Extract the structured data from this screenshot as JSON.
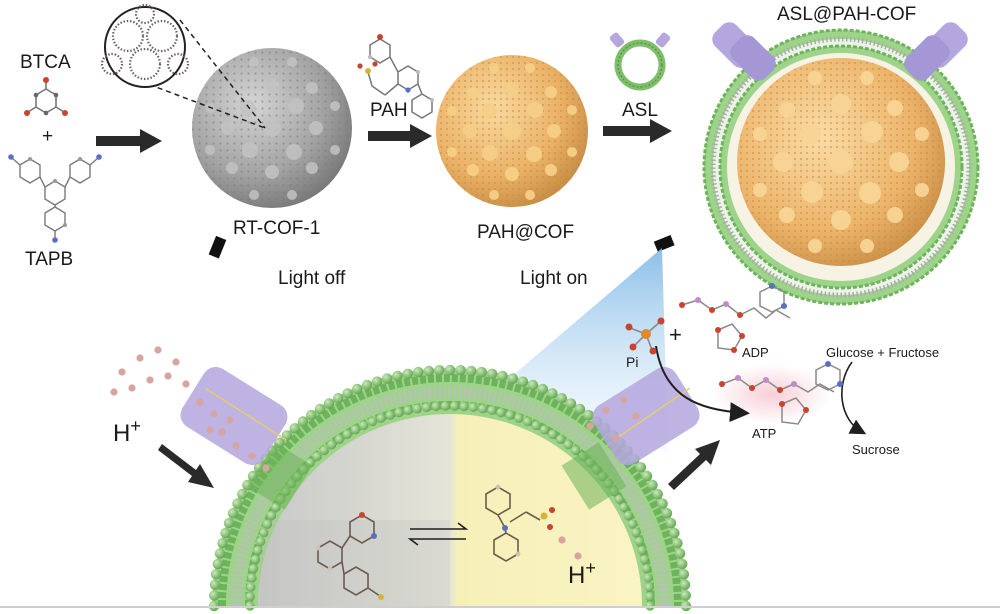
{
  "labels": {
    "btca": "BTCA",
    "plus_top": "+",
    "tapb": "TAPB",
    "rt_cof": "RT-COF-1",
    "pah": "PAH",
    "pah_cof": "PAH@COF",
    "asl": "ASL",
    "asl_pah_cof": "ASL@PAH-COF",
    "light_off": "Light off",
    "light_on": "Light on",
    "pi": "Pi",
    "plus_adp": "+",
    "adp": "ADP",
    "atp": "ATP",
    "glucose_fructose": "Glucose +  Fructose",
    "sucrose": "Sucrose",
    "h_left": "H",
    "h_right": "H",
    "h_sup": "+"
  },
  "colors": {
    "cof_gray": "#8f8f8f",
    "cof_gold": "#e9b467",
    "membrane_green": "#93cf7c",
    "membrane_dark": "#5fa54e",
    "synthase_purple": "#b4a6de",
    "proton_pink": "#d6a5a0",
    "light_beam": "#bfdcf2",
    "arrow": "#2a2a2a"
  },
  "icons": [
    "right-arrow-icon",
    "light-source-icon",
    "equilibrium-arrows-icon",
    "proton-dot-icon"
  ]
}
